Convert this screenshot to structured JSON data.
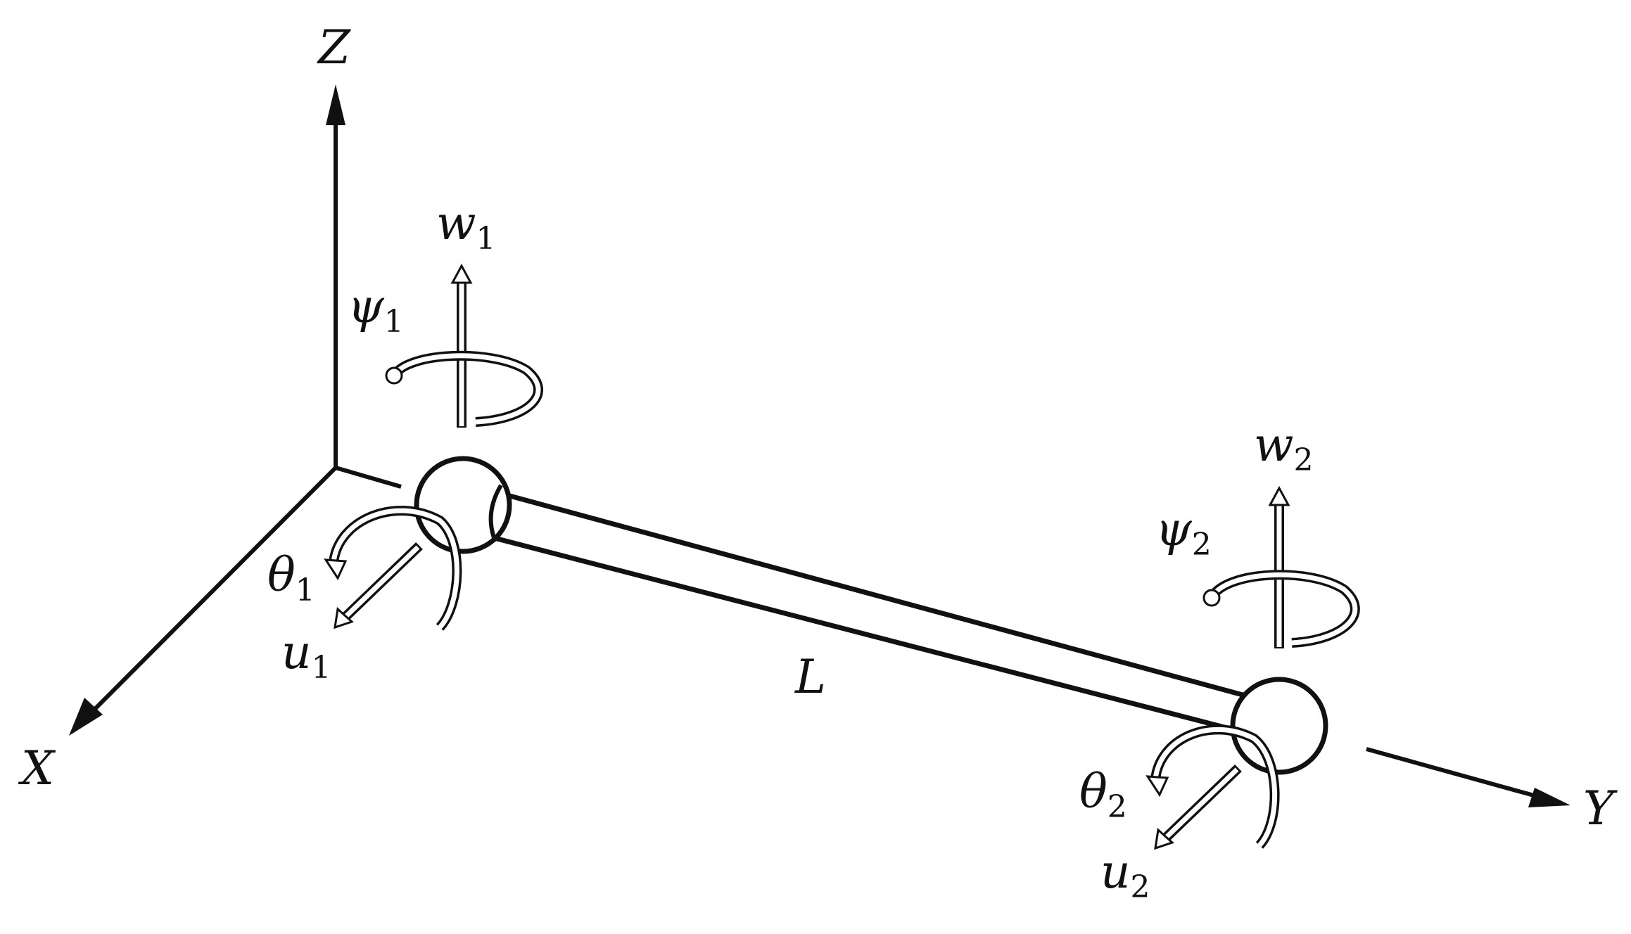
{
  "colors": {
    "ink": "#111111",
    "background": "#ffffff",
    "hollow_fill": "#ffffff"
  },
  "axes": {
    "x": "X",
    "y": "Y",
    "z": "Z"
  },
  "length_label": "L",
  "node1": {
    "w": {
      "base": "w",
      "sub": "1"
    },
    "psi": {
      "base": "ψ",
      "sub": "1"
    },
    "theta": {
      "base": "θ",
      "sub": "1"
    },
    "u": {
      "base": "u",
      "sub": "1"
    }
  },
  "node2": {
    "w": {
      "base": "w",
      "sub": "2"
    },
    "psi": {
      "base": "ψ",
      "sub": "2"
    },
    "theta": {
      "base": "θ",
      "sub": "2"
    },
    "u": {
      "base": "u",
      "sub": "2"
    }
  }
}
